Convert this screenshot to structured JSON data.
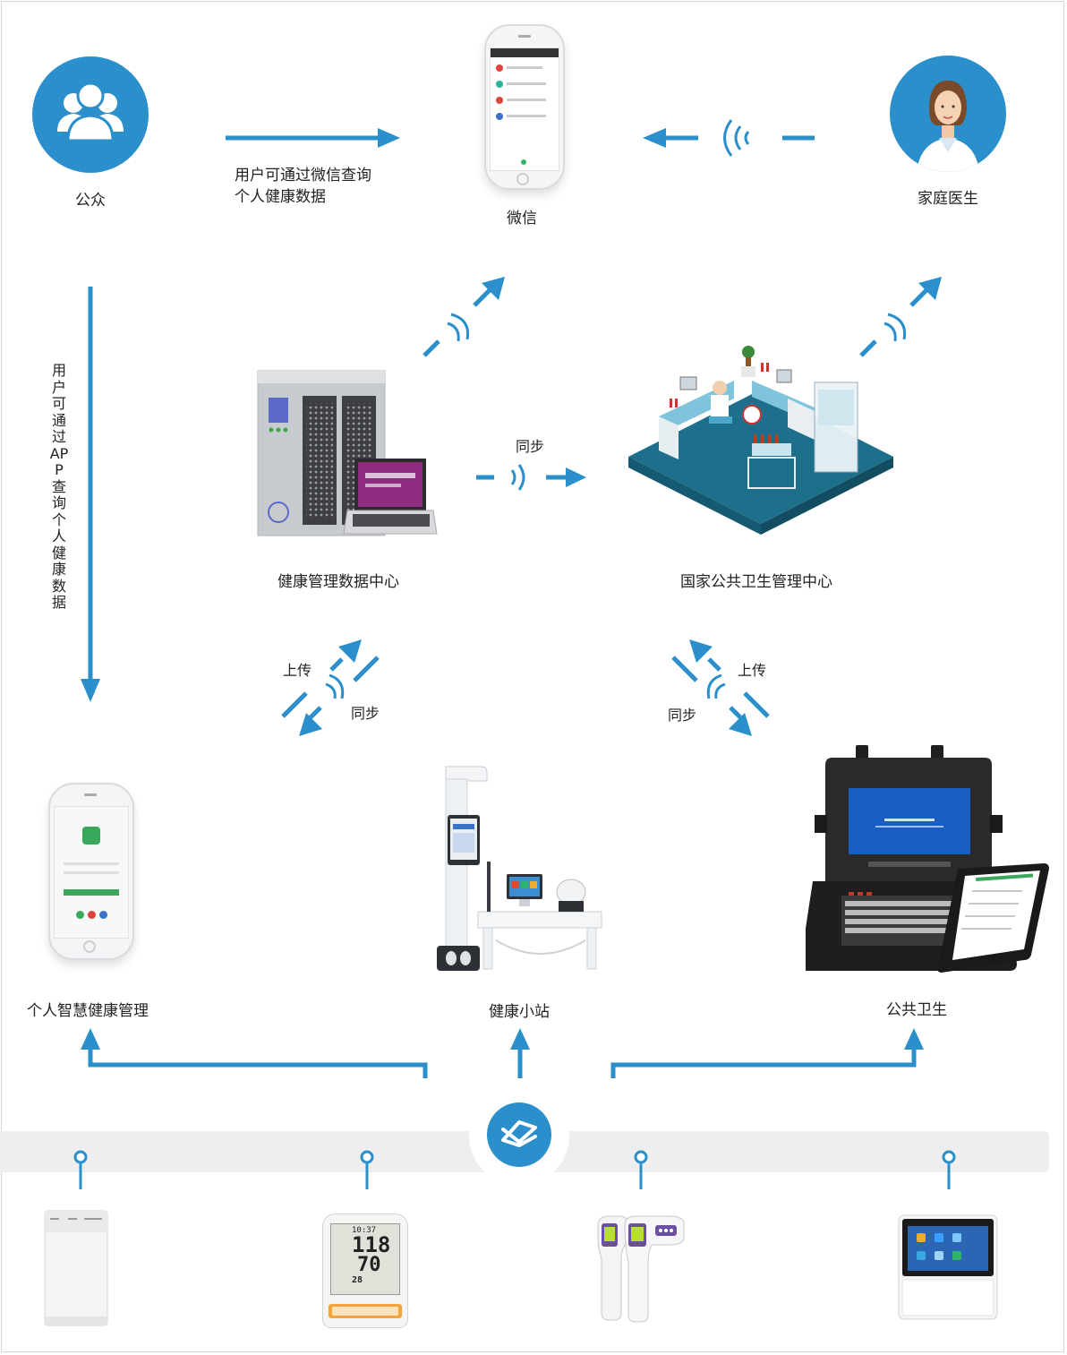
{
  "colors": {
    "accent": "#2a8fcb",
    "dark": "#222222",
    "band": "#eeeeee"
  },
  "nodes": {
    "public": {
      "label": "公众",
      "icon": "users-icon"
    },
    "wechat": {
      "label": "微信",
      "icon": "smartphone-icon"
    },
    "doctor": {
      "label": "家庭医生",
      "icon": "doctor-avatar-icon"
    },
    "data_center": {
      "label": "健康管理数据中心",
      "icon": "server-laptop-icon"
    },
    "national_center": {
      "label": "国家公共卫生管理中心",
      "icon": "lab-room-icon"
    },
    "personal": {
      "label": "个人智慧健康管理",
      "icon": "smartphone-icon"
    },
    "station": {
      "label": "健康小站",
      "icon": "health-kiosk-icon"
    },
    "public_health": {
      "label": "公共卫生",
      "icon": "rugged-case-icon"
    }
  },
  "edges": {
    "wechat_query": {
      "line1": "用户可通过微信查询",
      "line2": "个人健康数据"
    },
    "app_query": "用户可通过APP查询个人健康数据",
    "sync_center": "同步",
    "left_upload": "上传",
    "left_sync": "同步",
    "right_upload": "上传",
    "right_sync": "同步"
  },
  "bluetooth": {
    "icon": "bluetooth-icon"
  },
  "devices": [
    {
      "name": "electronic-device",
      "icon": "electronic-box-icon"
    },
    {
      "name": "blood-pressure-monitor",
      "icon": "blood-pressure-monitor-icon",
      "display": {
        "time": "10:37",
        "systolic": "118",
        "diastolic": "70",
        "pulse": "28"
      }
    },
    {
      "name": "forehead-thermometer",
      "icon": "thermometer-gun-icon"
    },
    {
      "name": "smart-terminal",
      "icon": "tablet-terminal-icon"
    }
  ]
}
